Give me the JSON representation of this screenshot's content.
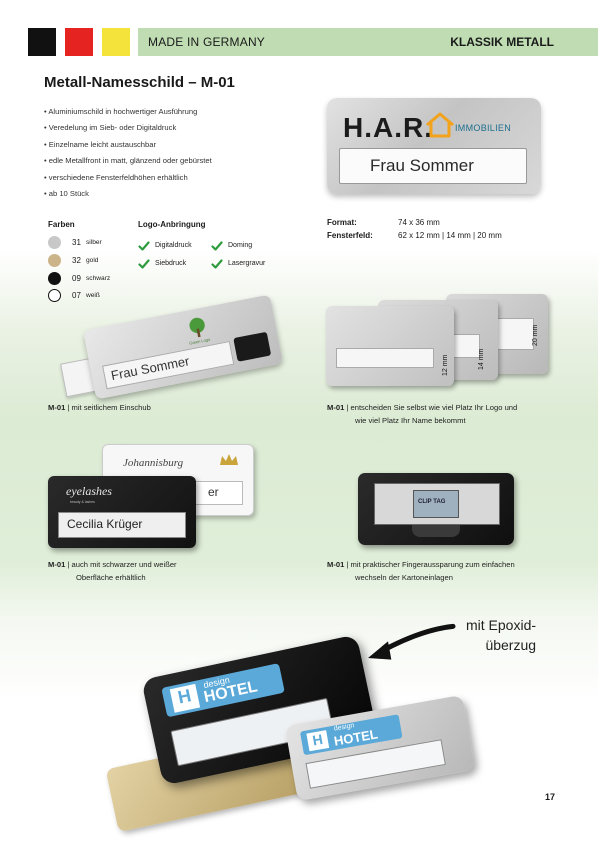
{
  "header": {
    "flag_colors": [
      "#111111",
      "#e52421",
      "#f4e33a"
    ],
    "bar_color": "#bfdcb2",
    "left_label": "MADE IN GERMANY",
    "right_label": "KLASSIK METALL"
  },
  "title": "Metall-Namesschild – M-01",
  "features": [
    "Aluminiumschild in hochwertiger Ausführung",
    "Veredelung im Sieb- oder Digitaldruck",
    "Einzelname leicht austauschbar",
    "edle Metallfront in matt, glänzend oder gebürstet",
    "verschiedene Fensterfeldhöhen erhältlich",
    "ab 10 Stück"
  ],
  "colors": {
    "heading": "Farben",
    "items": [
      {
        "code": "31",
        "name": "silber",
        "swatch": "#c8c8c8"
      },
      {
        "code": "32",
        "name": "gold",
        "swatch": "#cbb487"
      },
      {
        "code": "09",
        "name": "schwarz",
        "swatch": "#111111"
      },
      {
        "code": "07",
        "name": "weiß",
        "swatch": "#ffffff"
      }
    ]
  },
  "logo": {
    "heading": "Logo-Anbringung",
    "options": [
      "Digitaldruck",
      "Doming",
      "Siebdruck",
      "Lasergravur"
    ],
    "check_color": "#2e9b3e"
  },
  "specs": {
    "format_label": "Format:",
    "format_value": "74 x 36 mm",
    "window_label": "Fensterfeld:",
    "window_value": "62 x 12 mm | 14 mm | 20 mm"
  },
  "badges": {
    "har_company": "H.A.R.",
    "har_sub": "IMMOBILIEN",
    "har_name": "Frau Sommer",
    "slide_name": "Frau Sommer",
    "slide_logo": "Green Logo",
    "sizes": [
      "12 mm",
      "14 mm",
      "20 mm"
    ],
    "eyelashes_logo": "eyelashes",
    "eyelashes_sub": "beauty & lashes",
    "eyelashes_name": "Cecilia Krüger",
    "johannisburg_logo": "Johannisburg",
    "johannisburg_name": "er",
    "clip_card": "CLIP TAG",
    "design_top": "design",
    "hotel": "HOTEL",
    "epoxid_note": "mit Epoxid-\nüberzug"
  },
  "captions": {
    "c1_model": "M-01",
    "c1_text": " | mit seitlichem Einschub",
    "c2_model": "M-01",
    "c2_line1": " | entscheiden Sie selbst wie viel Platz Ihr Logo und",
    "c2_line2": "wie viel Platz Ihr Name bekommt",
    "c3_model": "M-01",
    "c3_line1": " | auch mit schwarzer und weißer",
    "c3_line2": "Oberfläche erhältlich",
    "c4_model": "M-01",
    "c4_line1": " | mit praktischer Fingeraussparung zum einfachen",
    "c4_line2": "wechseln der Kartoneinlagen"
  },
  "page_number": "17"
}
